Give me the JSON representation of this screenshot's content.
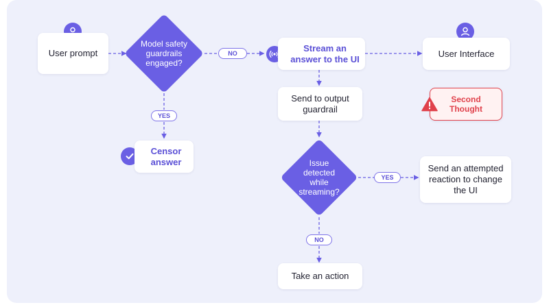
{
  "nodes": {
    "user_prompt": "User prompt",
    "safety_decision": "Model safety guardrails engaged?",
    "stream_answer": "Stream an answer to the UI",
    "user_interface": "User Interface",
    "second_thought": "Second Thought",
    "send_output_guardrail": "Send to output guardrail",
    "censor_answer": "Censor answer",
    "issue_decision": "Issue detected while streaming?",
    "attempted_reaction": "Send an attempted reaction to change the UI",
    "take_action": "Take an action"
  },
  "edge_labels": {
    "safety_no": "NO",
    "safety_yes": "YES",
    "issue_yes": "YES",
    "issue_no": "NO"
  },
  "colors": {
    "background": "#eef0fb",
    "accent": "#6a5fe4",
    "alert": "#e0414b",
    "node": "#ffffff"
  },
  "icons": [
    "user-icon",
    "broadcast-icon",
    "check-icon",
    "warning-icon"
  ]
}
